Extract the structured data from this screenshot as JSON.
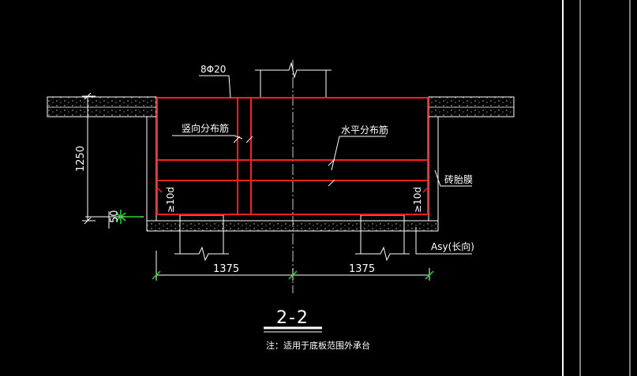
{
  "drawing": {
    "rebar_label": "8Φ20",
    "vertical_bar_label": "竖向分布筋",
    "horizontal_bar_label": "水平分布筋",
    "brick_mold_label": "砖胎膜",
    "anchor_left": "≥10d",
    "anchor_right": "≥10d",
    "height_dim": "1250",
    "small_dim": "50",
    "left_span_dim": "1375",
    "right_span_dim": "1375",
    "asy_label": "Asy(长向)",
    "section_title": "2-2",
    "note": "注：适用于底板范围外承台"
  },
  "colors": {
    "background": "#000000",
    "line": "#ffffff",
    "rebar": "#ff1f1f",
    "dimension": "#22dd22"
  }
}
